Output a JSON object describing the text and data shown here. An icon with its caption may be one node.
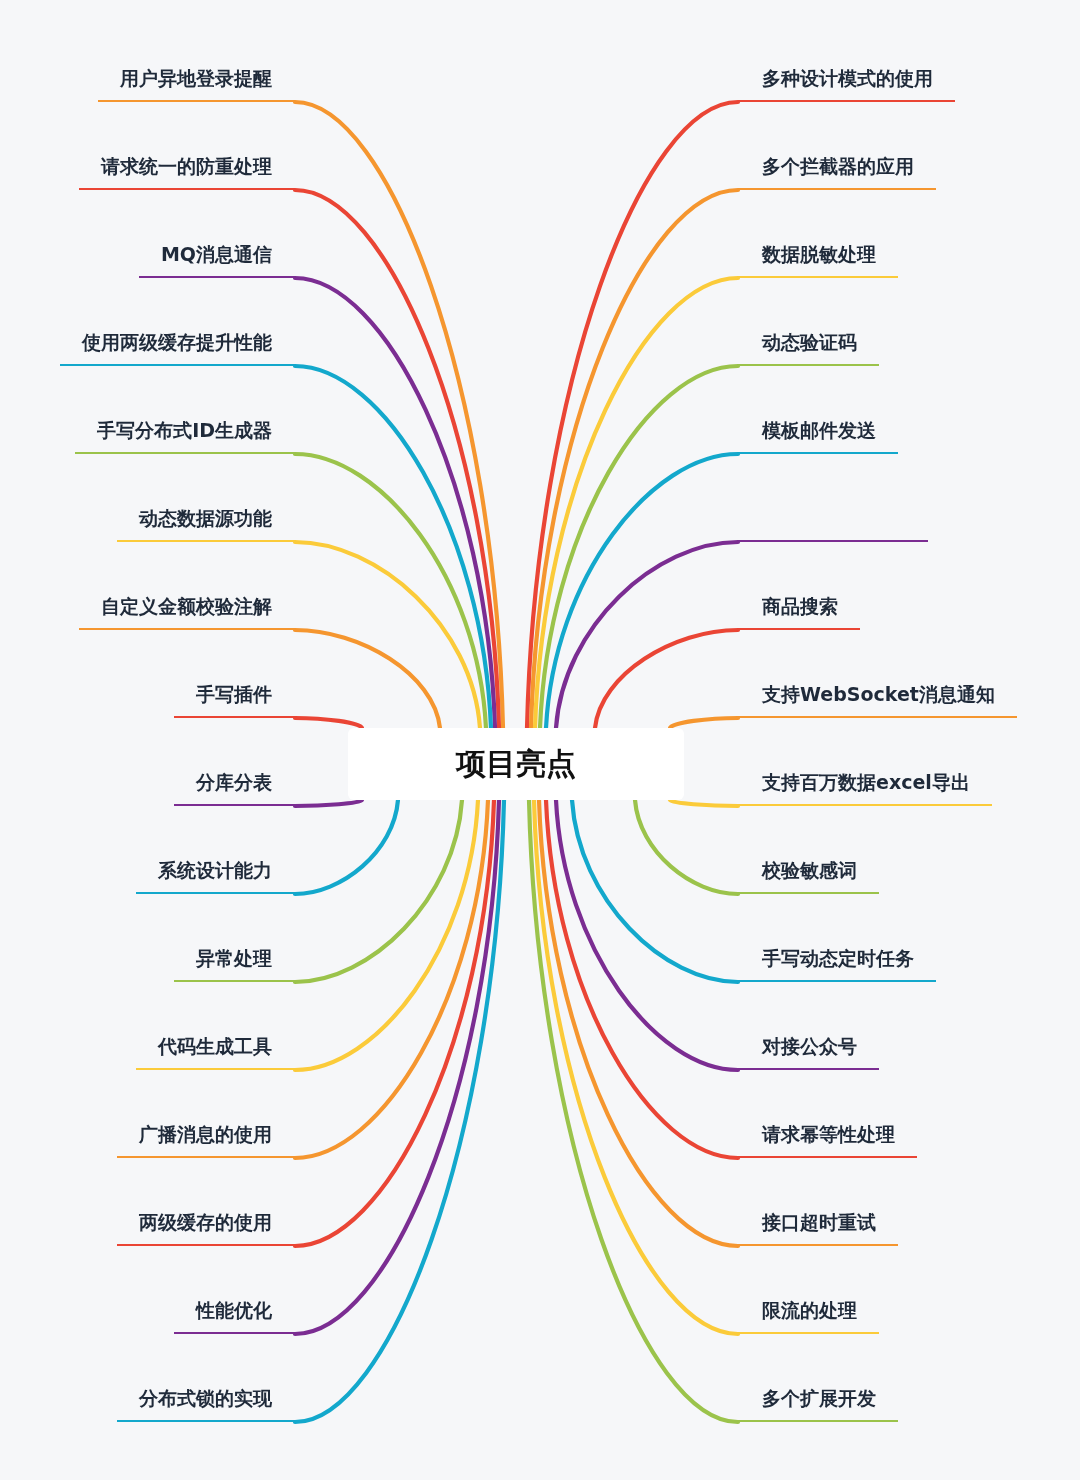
{
  "diagram": {
    "nodes": [
      {
        "text": [
          "项目亮点"
        ]
      },
      {
        "text": [
          "用户异地登录提醒"
        ]
      },
      {
        "text": [
          "请求统一的防重处理"
        ]
      },
      {
        "text": [
          "MQ消息通信"
        ]
      },
      {
        "text": [
          "使用两级缓存提升性能"
        ]
      },
      {
        "text": [
          "手写分布式ID生成器"
        ]
      },
      {
        "text": [
          "动态数据源功能"
        ]
      },
      {
        "text": [
          "自定义金额校验注解"
        ]
      },
      {
        "text": [
          "手写插件"
        ]
      },
      {
        "text": [
          "分库分表"
        ]
      },
      {
        "text": [
          "系统设计能力"
        ]
      },
      {
        "text": [
          "异常处理"
        ]
      },
      {
        "text": [
          "代码生成工具"
        ]
      },
      {
        "text": [
          "广播消息的使用"
        ]
      },
      {
        "text": [
          "两级缓存的使用"
        ]
      },
      {
        "text": [
          "性能优化"
        ]
      },
      {
        "text": [
          "分布式锁的实现"
        ]
      },
      {
        "text": [
          "多种设计模式的使用"
        ]
      },
      {
        "text": [
          "多个拦截器的应用"
        ]
      },
      {
        "text": [
          "数据脱敏处理"
        ]
      },
      {
        "text": [
          "动态验证码"
        ]
      },
      {
        "text": [
          "模板邮件发送"
        ]
      },
      {
        "text": [],
        "shape": "line"
      },
      {
        "text": [
          "商品搜索"
        ]
      },
      {
        "text": [
          "支持WebSocket消息通知"
        ]
      },
      {
        "text": [
          "支持百万数据excel导出"
        ]
      },
      {
        "text": [
          "校验敏感词"
        ]
      },
      {
        "text": [
          "手写动态定时任务"
        ]
      },
      {
        "text": [
          "对接公众号"
        ]
      },
      {
        "text": [
          "请求幂等性处理"
        ]
      },
      {
        "text": [
          "接口超时重试"
        ]
      },
      {
        "text": [
          "限流的处理"
        ]
      },
      {
        "text": [
          "多个扩展开发"
        ]
      }
    ],
    "edges": [
      {
        "from": 0,
        "to": 1,
        "arrow": "none",
        "color": "#f5962f"
      },
      {
        "from": 0,
        "to": 2,
        "arrow": "none",
        "color": "#ea4535"
      },
      {
        "from": 0,
        "to": 3,
        "arrow": "none",
        "color": "#7b2d92"
      },
      {
        "from": 0,
        "to": 4,
        "arrow": "none",
        "color": "#13a8cc"
      },
      {
        "from": 0,
        "to": 5,
        "arrow": "none",
        "color": "#9bc34b"
      },
      {
        "from": 0,
        "to": 6,
        "arrow": "none",
        "color": "#fbcb3a"
      },
      {
        "from": 0,
        "to": 7,
        "arrow": "none",
        "color": "#f5962f"
      },
      {
        "from": 0,
        "to": 8,
        "arrow": "none",
        "color": "#ea4535"
      },
      {
        "from": 0,
        "to": 9,
        "arrow": "none",
        "color": "#7b2d92"
      },
      {
        "from": 0,
        "to": 10,
        "arrow": "none",
        "color": "#13a8cc"
      },
      {
        "from": 0,
        "to": 11,
        "arrow": "none",
        "color": "#9bc34b"
      },
      {
        "from": 0,
        "to": 12,
        "arrow": "none",
        "color": "#fbcb3a"
      },
      {
        "from": 0,
        "to": 13,
        "arrow": "none",
        "color": "#f5962f"
      },
      {
        "from": 0,
        "to": 14,
        "arrow": "none",
        "color": "#ea4535"
      },
      {
        "from": 0,
        "to": 15,
        "arrow": "none",
        "color": "#7b2d92"
      },
      {
        "from": 0,
        "to": 16,
        "arrow": "none",
        "color": "#13a8cc"
      },
      {
        "from": 0,
        "to": 17,
        "arrow": "none",
        "color": "#ea4535"
      },
      {
        "from": 0,
        "to": 18,
        "arrow": "none",
        "color": "#f5962f"
      },
      {
        "from": 0,
        "to": 19,
        "arrow": "none",
        "color": "#fbcb3a"
      },
      {
        "from": 0,
        "to": 20,
        "arrow": "none",
        "color": "#9bc34b"
      },
      {
        "from": 0,
        "to": 21,
        "arrow": "none",
        "color": "#13a8cc"
      },
      {
        "from": 0,
        "to": 22,
        "arrow": "none",
        "color": "#7b2d92"
      },
      {
        "from": 0,
        "to": 23,
        "arrow": "none",
        "color": "#ea4535"
      },
      {
        "from": 0,
        "to": 24,
        "arrow": "none",
        "color": "#f5962f"
      },
      {
        "from": 0,
        "to": 25,
        "arrow": "none",
        "color": "#fbcb3a"
      },
      {
        "from": 0,
        "to": 26,
        "arrow": "none",
        "color": "#9bc34b"
      },
      {
        "from": 0,
        "to": 27,
        "arrow": "none",
        "color": "#13a8cc"
      },
      {
        "from": 0,
        "to": 28,
        "arrow": "none",
        "color": "#7b2d92"
      },
      {
        "from": 0,
        "to": 29,
        "arrow": "none",
        "color": "#ea4535"
      },
      {
        "from": 0,
        "to": 30,
        "arrow": "none",
        "color": "#f5962f"
      },
      {
        "from": 0,
        "to": 31,
        "arrow": "none",
        "color": "#fbcb3a"
      },
      {
        "from": 0,
        "to": 32,
        "arrow": "none",
        "color": "#9bc34b"
      }
    ]
  }
}
